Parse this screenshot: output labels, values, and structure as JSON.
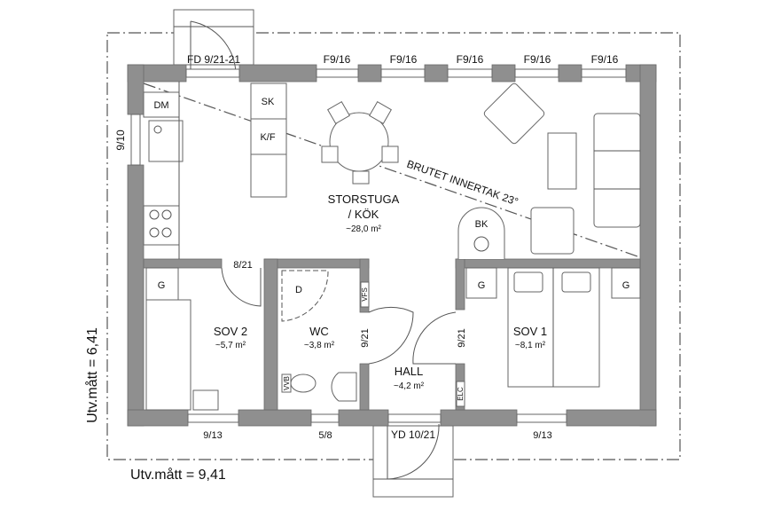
{
  "plan": {
    "outer_dimensions": {
      "width_label": "Utv.mått = 9,41",
      "height_label": "Utv.mått = 6,41"
    },
    "ceiling_note": "BRUTET INNERTAK 23°",
    "rooms": [
      {
        "name": "STORSTUGA",
        "name2": "/ KÖK",
        "area": "~28,0 m²"
      },
      {
        "name": "SOV 2",
        "area": "~5,7 m²"
      },
      {
        "name": "WC",
        "area": "~3,8 m²"
      },
      {
        "name": "HALL",
        "area": "~4,2 m²"
      },
      {
        "name": "SOV 1",
        "area": "~8,1 m²"
      }
    ],
    "openings": {
      "top_door": "FD 9/21-21",
      "top_windows": [
        "F9/16",
        "F9/16",
        "F9/16",
        "F9/16",
        "F9/16"
      ],
      "left_window": "9/10",
      "sov2_door": "8/21",
      "wc_door": "9/21",
      "sov1_door": "9/21",
      "bottom_left_window": "9/13",
      "bottom_wc_window": "5/8",
      "entry_door": "YD 10/21",
      "bottom_right_window": "9/13"
    },
    "fixtures": {
      "dishwasher": "DM",
      "cabinet": "SK",
      "fridge_freezer": "K/F",
      "stove": "BK",
      "wardrobe_sov2": "G",
      "wardrobe_sov1_left": "G",
      "wardrobe_sov1_right": "G",
      "shower": "D",
      "heater": "VVB",
      "ventilation": "VFS",
      "electrical": "ELC"
    }
  }
}
